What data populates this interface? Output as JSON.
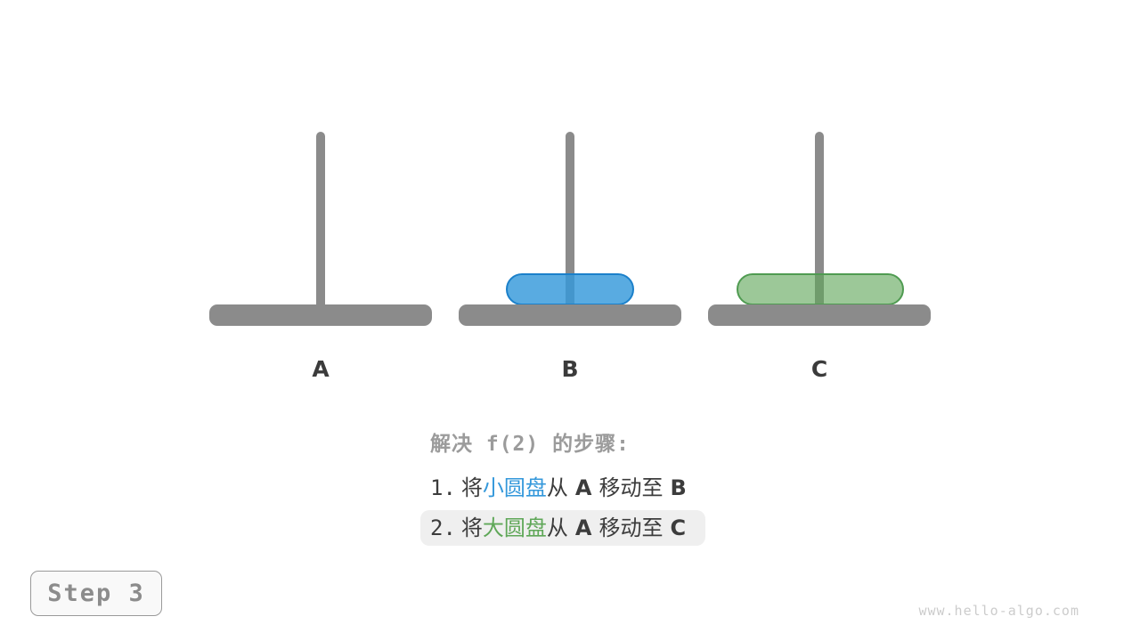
{
  "diagram": {
    "pegs": [
      {
        "label": "A"
      },
      {
        "label": "B"
      },
      {
        "label": "C"
      }
    ],
    "disks": [
      {
        "name": "small-disk",
        "on_peg": "B",
        "fill": "#4aa7e8",
        "border": "#1b80ca"
      },
      {
        "name": "large-disk",
        "on_peg": "C",
        "fill": "#8fc58b",
        "border": "#4f9b51"
      }
    ]
  },
  "steps_panel": {
    "title": "解决 f(2) 的步骤:",
    "steps": [
      {
        "number": "1.",
        "verb": "将",
        "disk": "小圆盘",
        "conn": "从",
        "from": "A",
        "action": "移动至",
        "to": "B",
        "highlighted": false
      },
      {
        "number": "2.",
        "verb": "将",
        "disk": "大圆盘",
        "conn": "从",
        "from": "A",
        "action": "移动至",
        "to": "C",
        "highlighted": true
      }
    ]
  },
  "step_button": {
    "label": "Step 3"
  },
  "watermark": "www.hello-algo.com",
  "colors": {
    "peg_gray": "#8b8b8b",
    "text_dark": "#3c3c3c",
    "title_gray": "#9b9b9b",
    "accent_blue": "#3498db",
    "accent_green": "#5fa758",
    "highlight_bg": "#efefef"
  }
}
